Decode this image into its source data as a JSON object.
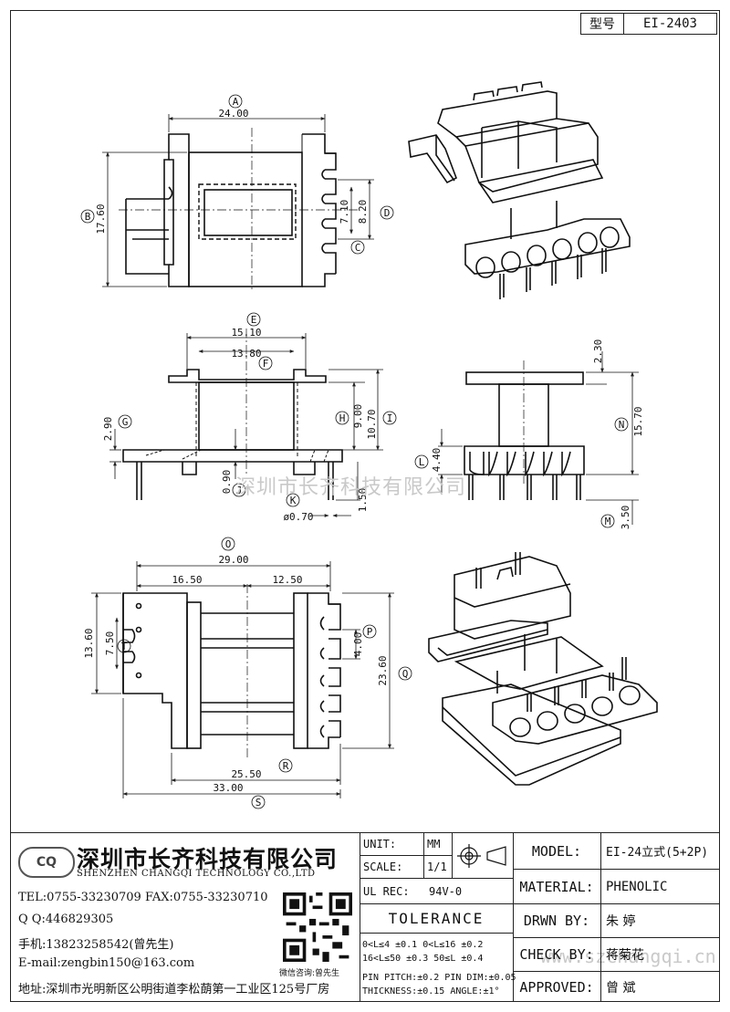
{
  "header": {
    "model_key": "型号",
    "model_value": "EI-2403"
  },
  "dims": {
    "top_view": {
      "a_label": "A",
      "a_val": "24.00",
      "b_label": "B",
      "b_val": "17.60",
      "c_label": "C",
      "c_val": "7.10",
      "d_label": "D",
      "d_val": "8.20"
    },
    "front_view": {
      "e_label": "E",
      "e_val": "15.10",
      "f_label": "F",
      "f_val": "13.80",
      "g_label": "G",
      "g_val": "2.90",
      "h_label": "H",
      "h_val": "9.00",
      "i_label": "I",
      "i_val": "10.70",
      "j_label": "J",
      "j_val": "0.90",
      "k_label": "K",
      "k_val": "ø0.70",
      "pin_val": "1.50"
    },
    "side_view": {
      "top_val": "2.30",
      "n_label": "N",
      "n_val": "15.70",
      "l_label": "L",
      "l_val": "4.40",
      "m_label": "M",
      "m_val": "3.50"
    },
    "bottom_view": {
      "o_label": "O",
      "o_val": "29.00",
      "left_val": "16.50",
      "right_val": "12.50",
      "t_label": "T",
      "t_val": "7.50",
      "t2_val": "13.60",
      "p_label": "P",
      "p_val": "4.00",
      "q_label": "Q",
      "q_val": "23.60",
      "r_label": "R",
      "r_val": "25.50",
      "s_label": "S",
      "s_val": "33.00"
    }
  },
  "watermark": {
    "cn": "深圳市长齐科技有限公司",
    "url": "www.szchangqi.cn"
  },
  "company": {
    "logo": "CQ",
    "name_cn": "深圳市长齐科技有限公司",
    "name_en": "SHENZHEN CHANGQI TECHNOLOGY CO.,LTD",
    "tel": "TEL:0755-33230709  FAX:0755-33230710",
    "qq": "Q Q:446829305",
    "phone": "手机:13823258542(曾先生)",
    "email": "E-mail:zengbin150@163.com",
    "address": "地址:深圳市光明新区公明街道李松蓢第一工业区125号厂房",
    "qr_caption": "微信咨询:曾先生"
  },
  "specs": {
    "unit_key": "UNIT:",
    "unit_val": "MM",
    "scale_key": "SCALE:",
    "scale_val": "1/1",
    "ulrec_key": "UL REC:",
    "ulrec_val": "94V-0",
    "tolerance_title": "TOLERANCE",
    "tol1": "0<L≤4   ±0.1   0<L≤16  ±0.2",
    "tol2": "16<L≤50  ±0.3   50≤L    ±0.4",
    "tol3": "PIN PITCH:±0.2 PIN  DIM:±0.05",
    "tol4": "THICKNESS:±0.15    ANGLE:±1°"
  },
  "title_block": {
    "model_label": "MODEL:",
    "model_value": "EI-24立式(5+2P)",
    "material_label": "MATERIAL:",
    "material_value": "PHENOLIC",
    "drawn_label": "DRWN BY:",
    "drawn_value": "朱 婷",
    "check_label": "CHECK BY:",
    "check_value": "蒋菊花",
    "approved_label": "APPROVED:",
    "approved_value": "曾 斌"
  }
}
